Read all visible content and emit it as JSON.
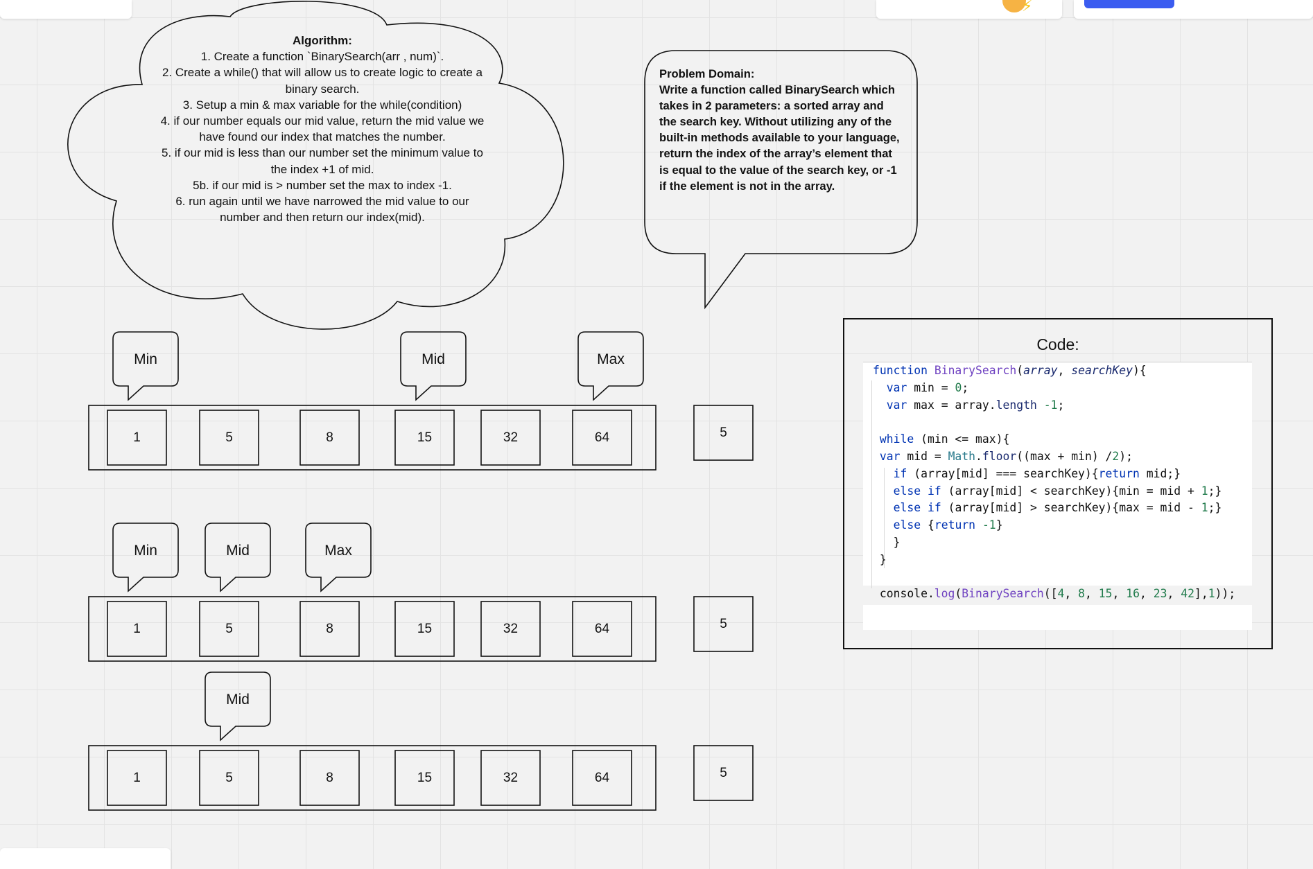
{
  "algorithm": {
    "title": "Algorithm:",
    "steps": [
      "1. Create a function `BinarySearch(arr , num)`.",
      "2. Create a while() that will allow us to create logic to create a binary search.",
      "3. Setup a min & max variable for the while(condition)",
      "4. if our number equals our mid value, return the mid value we have found our index that matches the number.",
      "5. if our mid is less than our number set the minimum value to the index +1 of mid.",
      "5b. if our mid is  > number set the max to index -1.",
      "6. run again until we have narrowed the mid value to our number and then return our index(mid)."
    ]
  },
  "problem": {
    "title": "Problem Domain:",
    "text": "Write a function called BinarySearch which takes in 2 parameters: a sorted array and the search key. Without utilizing any of the built-in methods available to your language, return the index of the array’s element that is equal to the value of the search key, or -1 if the element is not in the array."
  },
  "rows": [
    {
      "cells": [
        "1",
        "5",
        "8",
        "15",
        "32",
        "64"
      ],
      "key": "5",
      "labels": [
        {
          "text": "Min",
          "index": 0
        },
        {
          "text": "Mid",
          "index": 3
        },
        {
          "text": "Max",
          "index": 5
        }
      ]
    },
    {
      "cells": [
        "1",
        "5",
        "8",
        "15",
        "32",
        "64"
      ],
      "key": "5",
      "labels": [
        {
          "text": "Min",
          "index": 0
        },
        {
          "text": "Mid",
          "index": 1
        },
        {
          "text": "Max",
          "index": 2
        }
      ]
    },
    {
      "cells": [
        "1",
        "5",
        "8",
        "15",
        "32",
        "64"
      ],
      "key": "5",
      "labels": [
        {
          "text": "Mid",
          "index": 1
        }
      ]
    }
  ],
  "code": {
    "title": "Code:",
    "lines": [
      "function BinarySearch(array, searchKey){",
      "  var min = 0;",
      "  var max = array.length -1;",
      "",
      " while (min <= max){",
      " var mid = Math.floor((max + min) /2);",
      "   if (array[mid] === searchKey){return mid;}",
      "   else if (array[mid] < searchKey){min = mid + 1;}",
      "   else if (array[mid] > searchKey){max = mid - 1;}",
      "   else {return -1}",
      "   }",
      " }",
      "",
      " console.log(BinarySearch([4, 8, 15, 16, 23, 42],1));"
    ]
  },
  "colors": {
    "canvas": "#f2f2f2",
    "grid": "#e3e3e3",
    "stroke": "#111111",
    "keyword": "#0033b3",
    "function": "#6f42c1",
    "number": "#1f7a4a",
    "accent_button": "#3b5cf0"
  }
}
